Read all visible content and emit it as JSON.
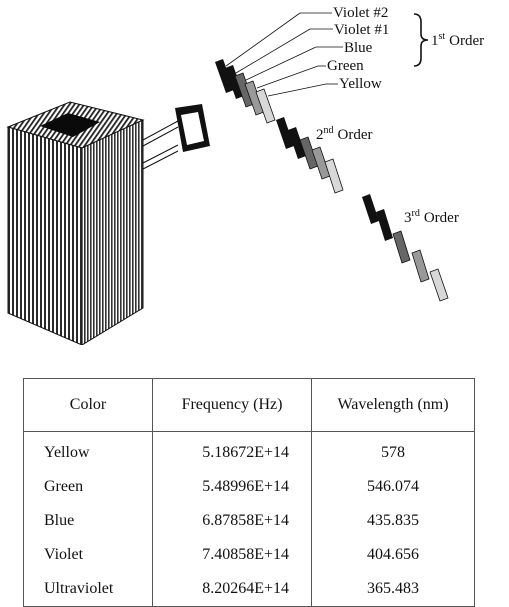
{
  "diagram": {
    "labels": {
      "violet2": "Violet #2",
      "violet1": "Violet #1",
      "blue": "Blue",
      "green": "Green",
      "yellow": "Yellow",
      "order1_num": "1",
      "order1_sup": "st",
      "order1_word": "Order",
      "order2_num": "2",
      "order2_sup": "nd",
      "order2_word": "Order",
      "order3_num": "3",
      "order3_sup": "rd",
      "order3_word": "Order"
    },
    "colors": {
      "ink": "#111111",
      "dark": "#1a1a1a",
      "mid_dark": "#555555",
      "mid": "#888888",
      "light": "#bbbbbb",
      "lightest": "#dddddd"
    }
  },
  "table": {
    "headers": [
      "Color",
      "Frequency (Hz)",
      "Wavelength (nm)"
    ],
    "rows": [
      [
        "Yellow",
        "5.18672E+14",
        "578"
      ],
      [
        "Green",
        "5.48996E+14",
        "546.074"
      ],
      [
        "Blue",
        "6.87858E+14",
        "435.835"
      ],
      [
        "Violet",
        "7.40858E+14",
        "404.656"
      ],
      [
        "Ultraviolet",
        "8.20264E+14",
        "365.483"
      ]
    ]
  }
}
